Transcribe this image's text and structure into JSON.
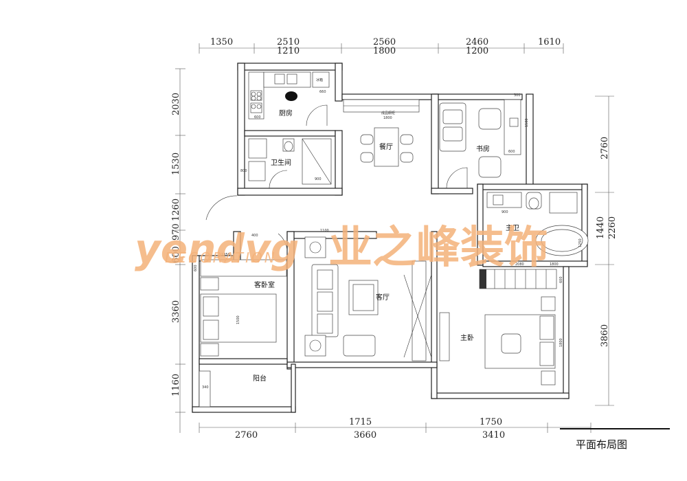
{
  "dimensions": {
    "top_outer": [
      "1350",
      "2510",
      "2560",
      "2460",
      "1610"
    ],
    "top_inner": [
      "1210",
      "1800",
      "1200"
    ],
    "left": [
      "2030",
      "1530",
      "1260",
      "970",
      "600",
      "3360",
      "1160"
    ],
    "right": [
      "2760",
      "1440",
      "2260",
      "3860"
    ],
    "bottom_inner": [
      "1715",
      "1750"
    ],
    "bottom_outer": [
      "2760",
      "3660",
      "3410"
    ]
  },
  "rooms": {
    "kitchen": "厨房",
    "bathroom": "卫生间",
    "dining": "餐厅",
    "study": "书房",
    "master_bath": "主卫",
    "guest_bedroom": "客卧室",
    "living": "客厅",
    "master_bedroom": "主卧",
    "balcony": "阳台"
  },
  "annotations": {
    "fridge": "冰箱",
    "cabinet": "成品橱柜",
    "k600": "600",
    "k660": "660",
    "c1800": "1800",
    "b800": "800",
    "b900": "900",
    "s300": "300",
    "s1500": "1500",
    "s600": "600",
    "mb900": "900",
    "mb1250": "1250",
    "mb2080": "2080",
    "mb1800": "1800",
    "mr600": "600",
    "mr1800": "1800",
    "l400": "400",
    "l1100": "1100",
    "g1350": "1350",
    "g600": "600",
    "g1500": "1500",
    "b340": "340"
  },
  "watermark": {
    "brand_en": "yendvg",
    "brand_sub": "DECORATION",
    "brand_cn": "业之峰装饰"
  },
  "title": "平面布局图"
}
